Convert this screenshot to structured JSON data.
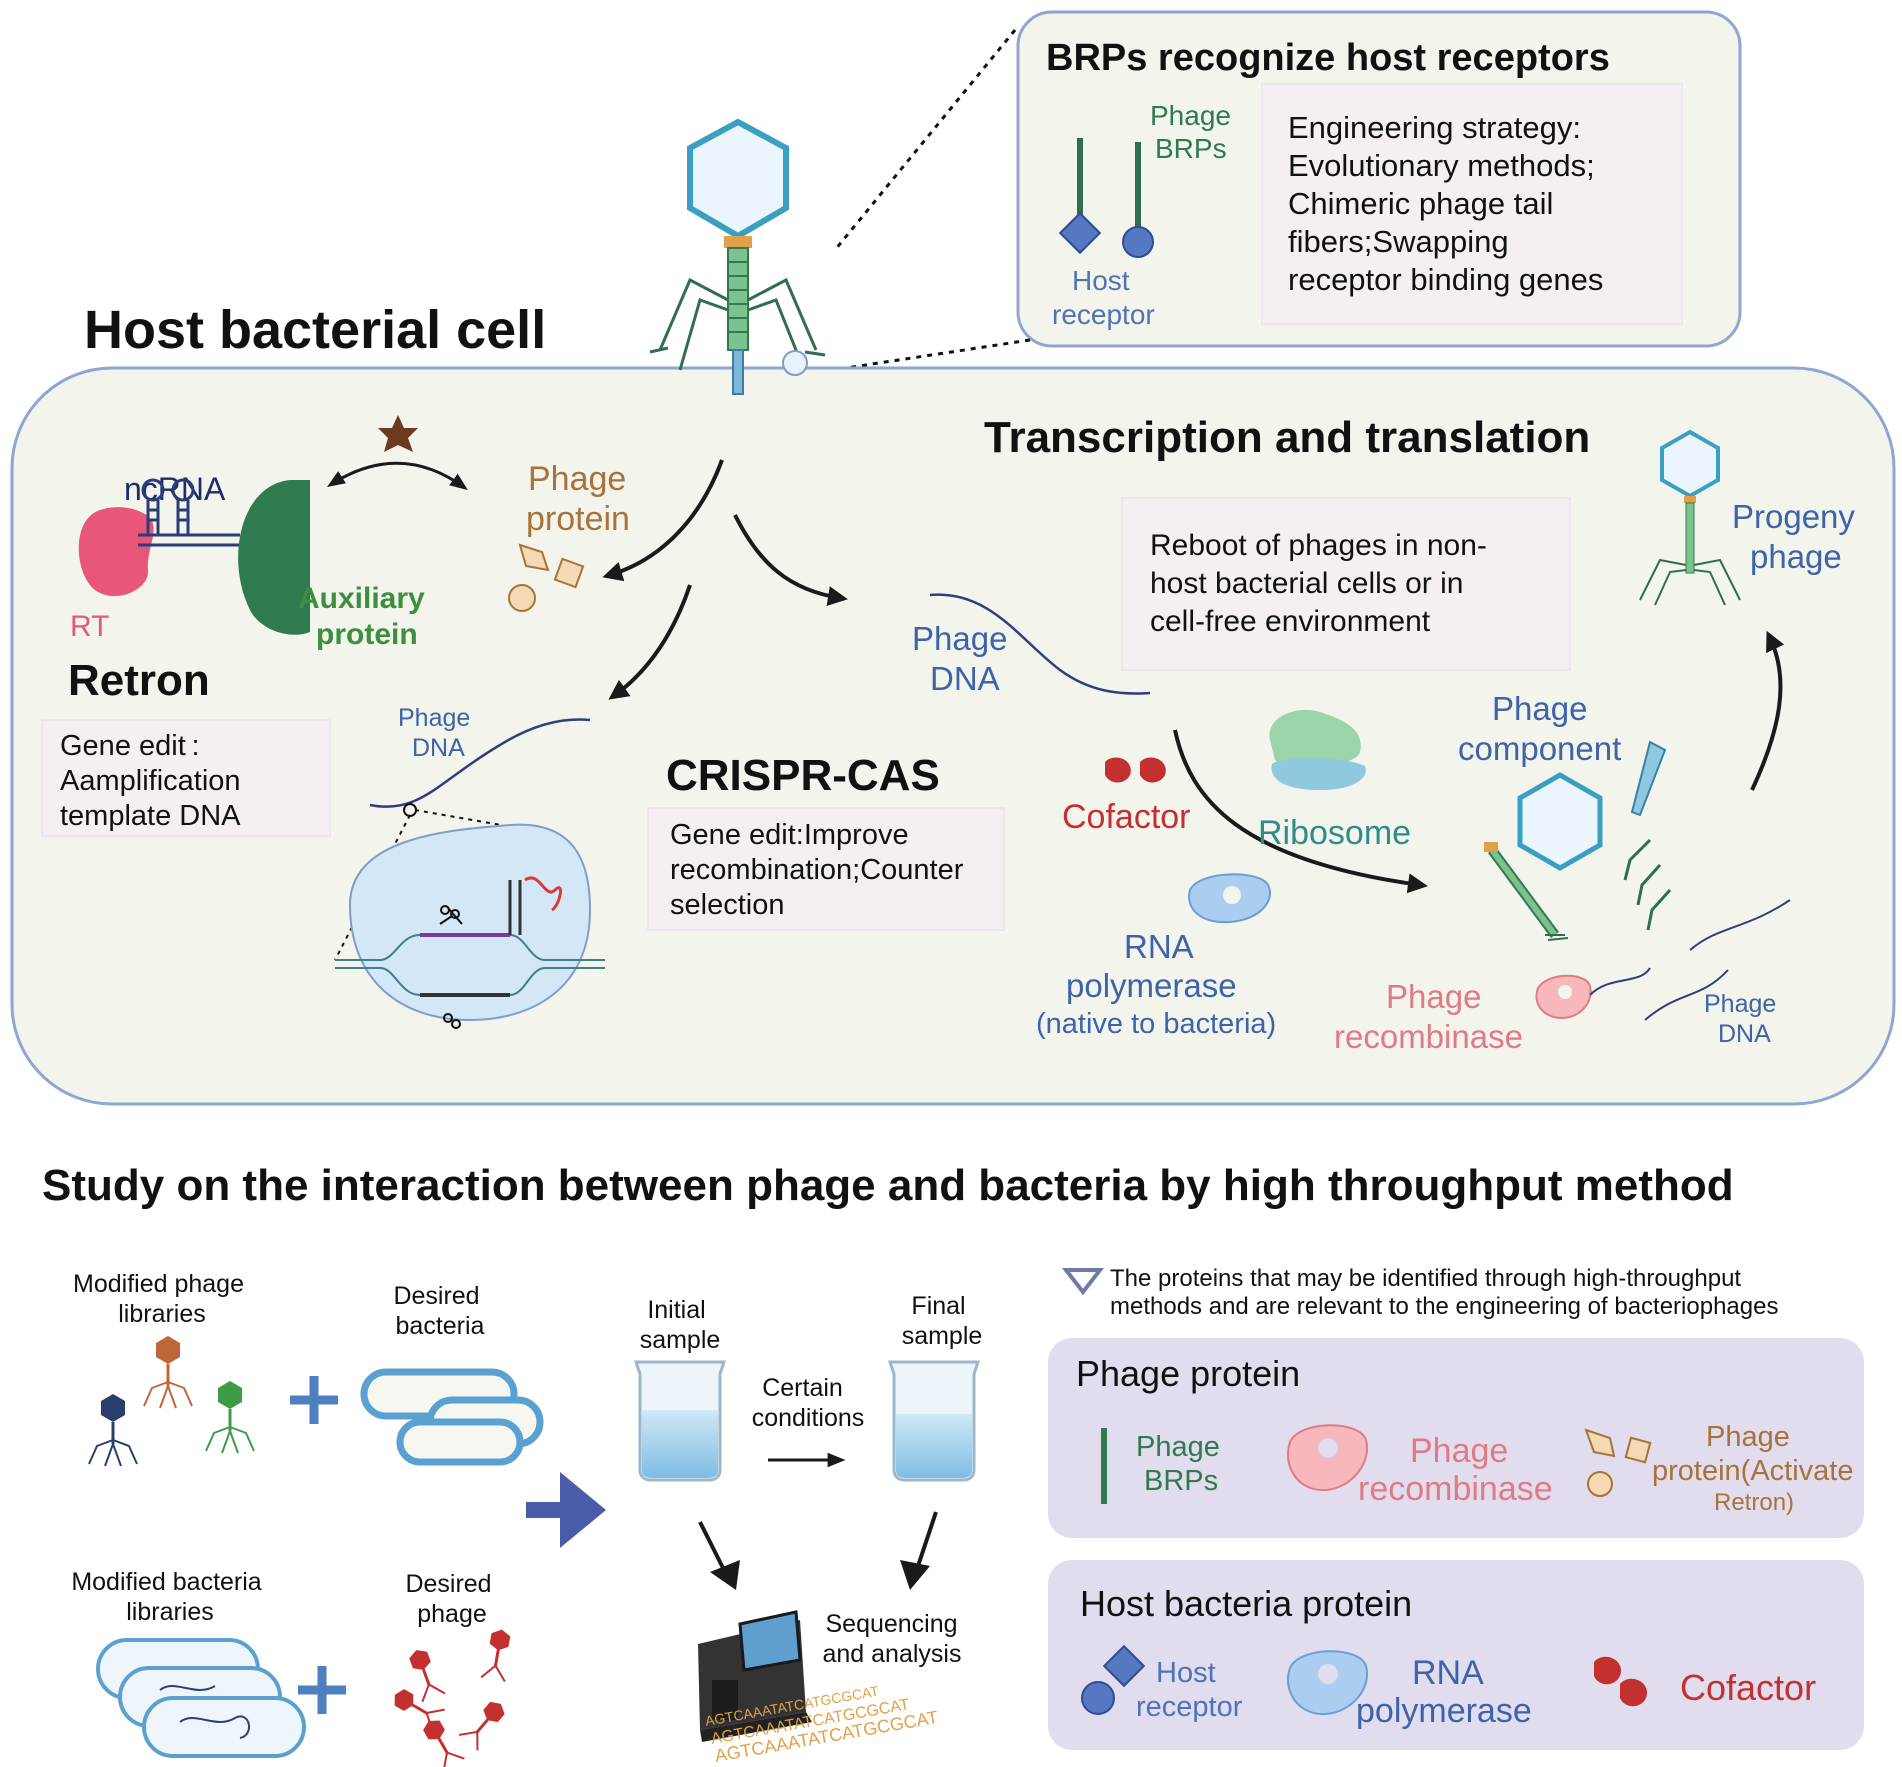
{
  "colors": {
    "cell_fill": "#f3f4ec",
    "cell_stroke": "#7f9ccc",
    "box_fill": "#f5eef3",
    "navy": "#2e3f7c",
    "blue": "#3d63a8",
    "teal": "#2f8c8a",
    "green": "#2f7a4f",
    "brown": "#a8733a",
    "red": "#c33030",
    "pink": "#e07b86",
    "panel_fill": "#e2dcef"
  },
  "top_inset": {
    "title": "BRPs recognize host receptors",
    "phage_brps": [
      "Phage",
      "BRPs"
    ],
    "host_receptor": [
      "Host",
      "receptor"
    ],
    "strategy": [
      "Engineering strategy:",
      "Evolutionary methods;",
      "Chimeric phage tail",
      "fibers;Swapping",
      "receptor binding genes"
    ]
  },
  "cell": {
    "title": "Host bacterial cell",
    "section_title": "Transcription and translation",
    "ncrna": "ncRNA",
    "rt": "RT",
    "auxiliary": [
      "Auxiliary",
      "protein"
    ],
    "retron_title": "Retron",
    "retron_box": [
      "Gene edit :",
      "Aamplification",
      "template DNA"
    ],
    "phage_protein": [
      "Phage",
      "protein"
    ],
    "phage_dna_small": [
      "Phage",
      "DNA"
    ],
    "crispr_title": "CRISPR-CAS",
    "crispr_box": [
      "Gene edit:Improve",
      "recombination;Counter",
      "selection"
    ],
    "reboot_box": [
      "Reboot of phages in non-",
      "host bacterial cells or  in",
      "cell-free environment"
    ],
    "phage_dna_mid": [
      "Phage",
      "DNA"
    ],
    "cofactor": "Cofactor",
    "ribosome": "Ribosome",
    "rna_pol": [
      "RNA",
      "polymerase",
      "(native to bacteria)"
    ],
    "phage_component": [
      "Phage",
      "component"
    ],
    "progeny": [
      "Progeny",
      "phage"
    ],
    "phage_recombinase": [
      "Phage",
      "recombinase"
    ],
    "phage_dna_right": [
      "Phage",
      "DNA"
    ]
  },
  "bottom": {
    "title": "Study on the interaction between phage and bacteria by high throughput method",
    "modified_phage": [
      "Modified phage",
      "libraries"
    ],
    "desired_bacteria": [
      "Desired",
      "bacteria"
    ],
    "modified_bacteria": [
      "Modified bacteria",
      "libraries"
    ],
    "desired_phage": [
      "Desired",
      "phage"
    ],
    "initial_sample": [
      "Initial",
      "sample"
    ],
    "final_sample": [
      "Final",
      "sample"
    ],
    "conditions": [
      "Certain",
      "conditions"
    ],
    "sequencing": [
      "Sequencing",
      "and analysis"
    ],
    "sequence_text": "AGTCAAATATCATGCGCAT",
    "legend_note": [
      "The proteins that may be identified through high-throughput",
      "methods and are relevant to the engineering of bacteriophages"
    ],
    "panel1": {
      "title": "Phage protein",
      "brps": [
        "Phage",
        "BRPs"
      ],
      "recombinase": [
        "Phage",
        "recombinase"
      ],
      "protein": [
        "Phage",
        "protein(Activate",
        "Retron)"
      ]
    },
    "panel2": {
      "title": "Host bacteria protein",
      "receptor": [
        "Host",
        "receptor"
      ],
      "rna_pol": [
        "RNA",
        "polymerase"
      ],
      "cofactor": "Cofactor"
    }
  }
}
